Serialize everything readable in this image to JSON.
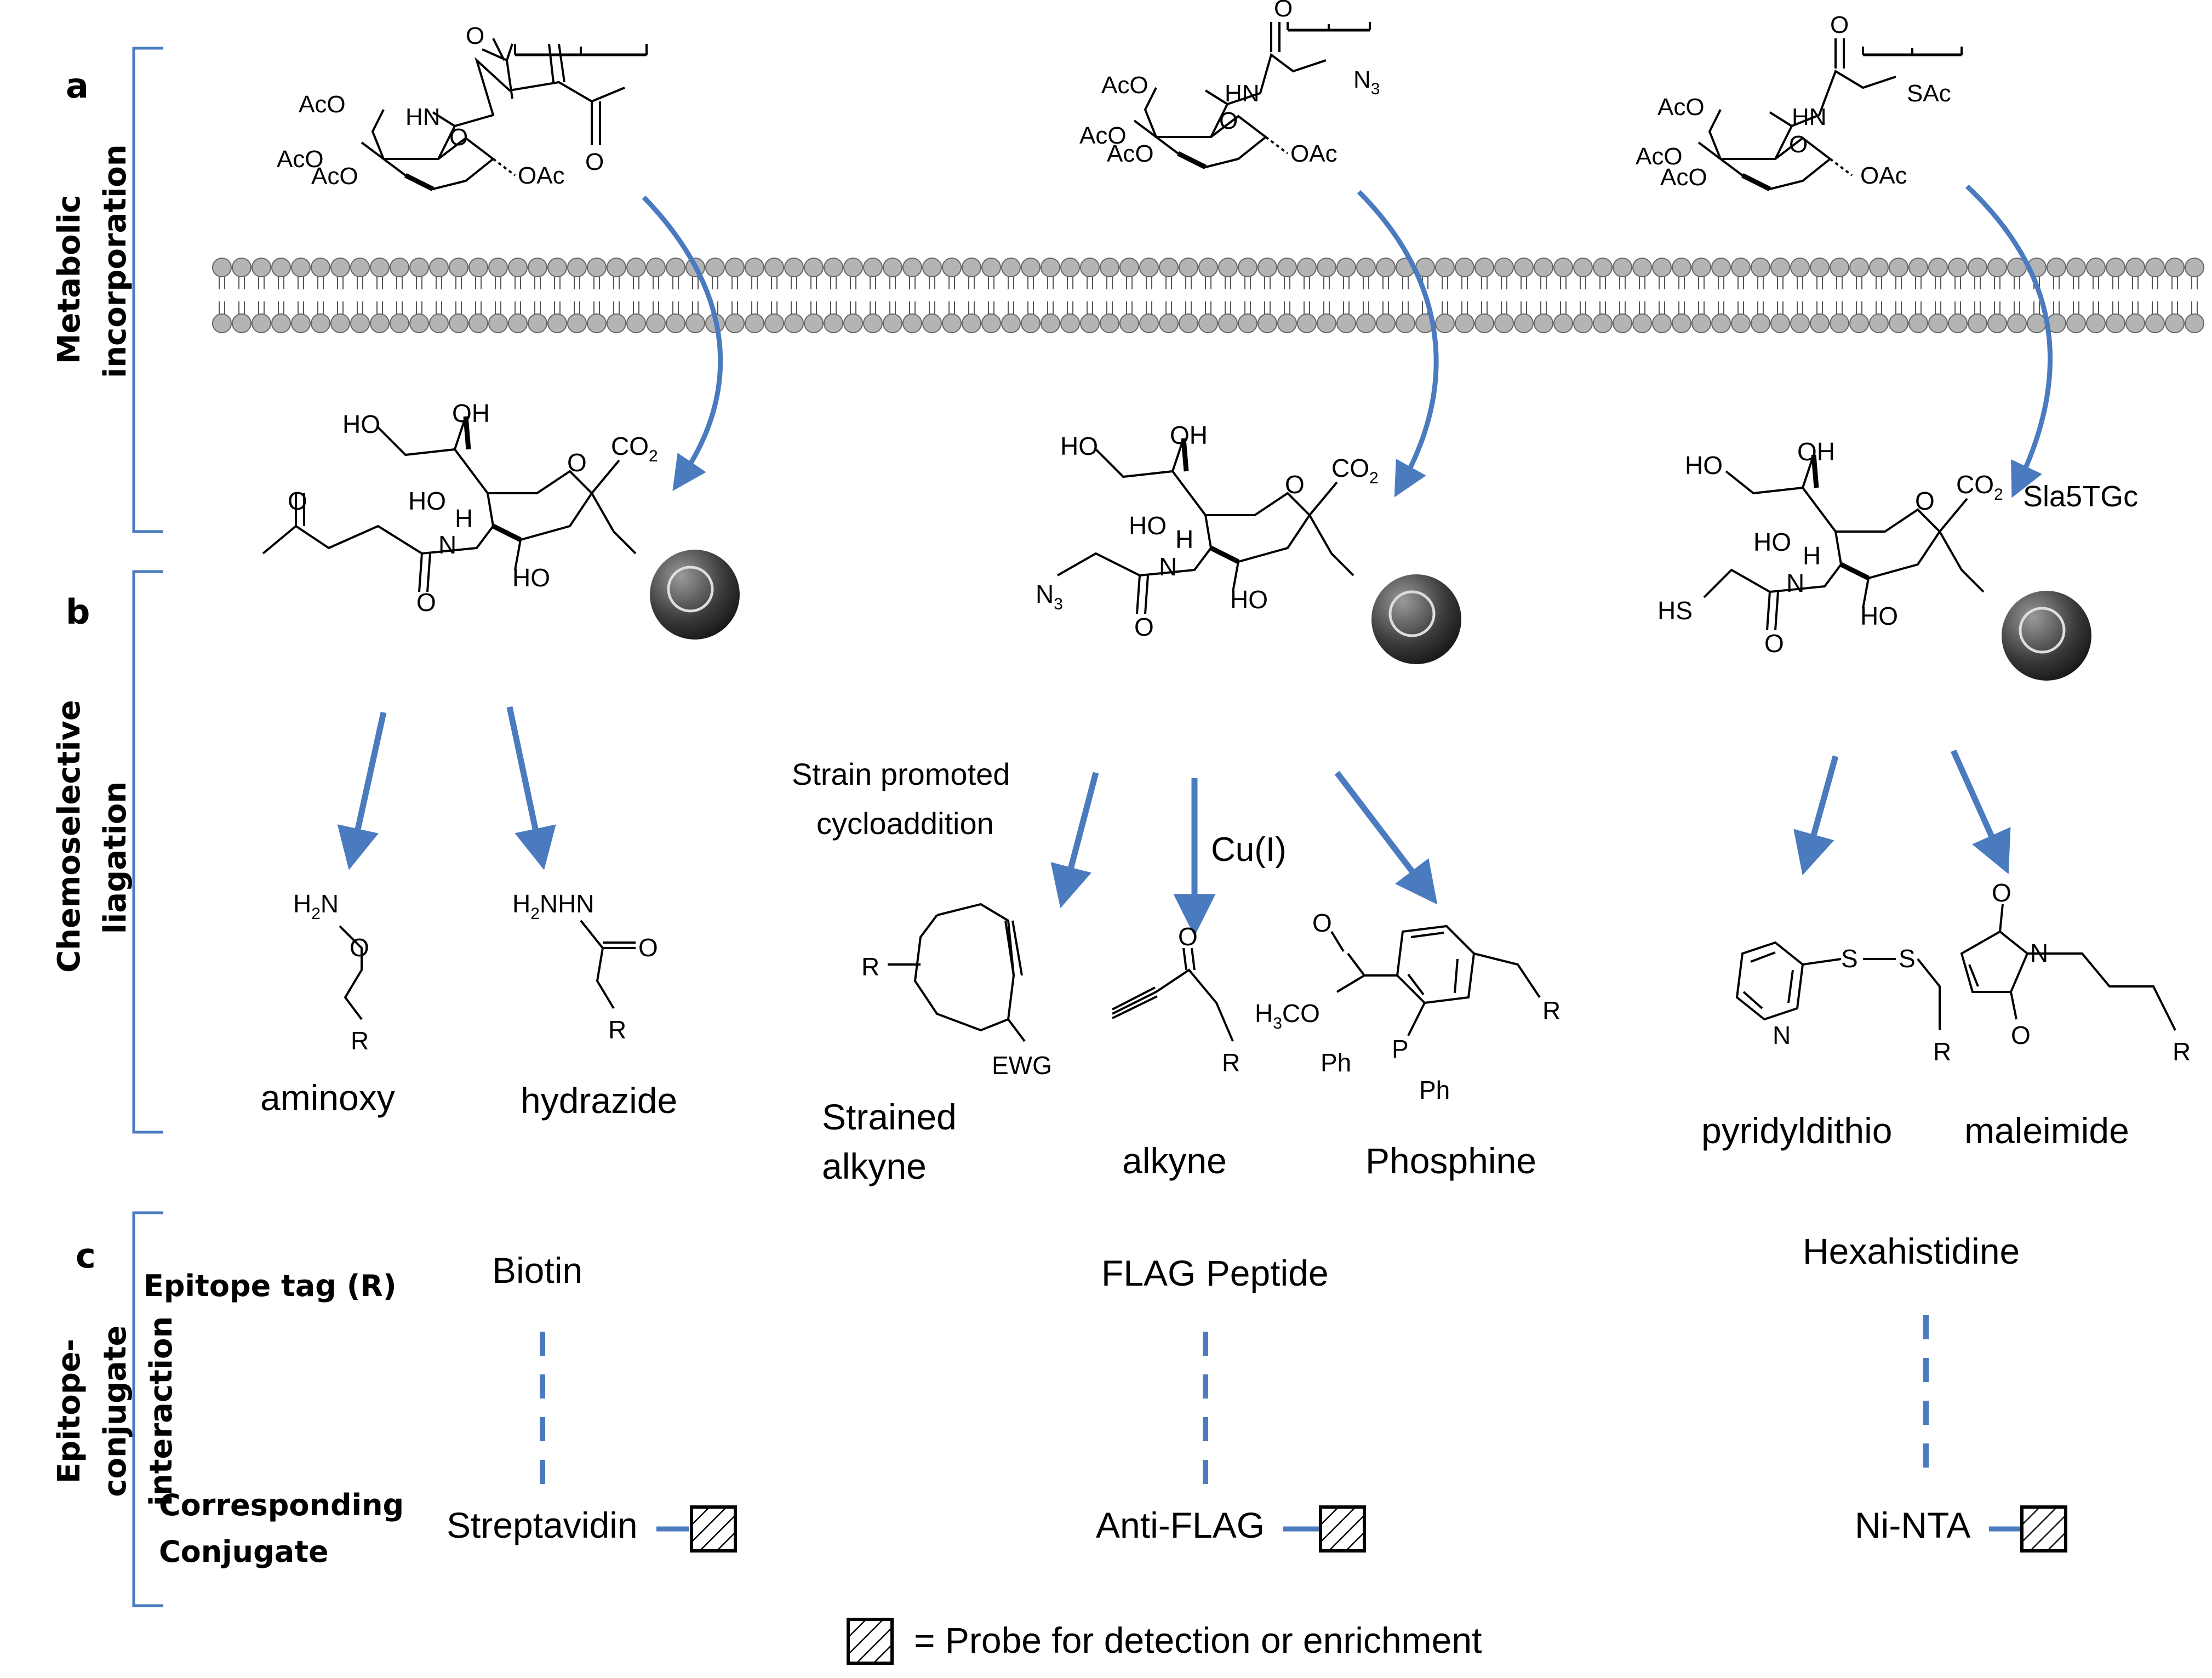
{
  "panels": {
    "a": "a",
    "b": "b",
    "c": "c"
  },
  "side_labels": {
    "metabolic_line1": "Metabolic",
    "metabolic_line2": "incorporation",
    "chemoselective_line1": "Chemoselective",
    "chemoselective_line2": "liagation",
    "epitope_line1": "Epitope-conjugate",
    "epitope_line2": "interaction"
  },
  "precursors": {
    "ketone": {
      "groups": [
        "AcO",
        "AcO",
        "AcO",
        "OAc",
        "HN",
        "O",
        "O",
        "O"
      ]
    },
    "azide": {
      "groups": [
        "AcO",
        "AcO",
        "AcO",
        "OAc",
        "HN",
        "O",
        "O",
        "N3"
      ]
    },
    "thiol": {
      "groups": [
        "AcO",
        "AcO",
        "AcO",
        "OAc",
        "HN",
        "O",
        "O",
        "SAc"
      ]
    }
  },
  "sialic": {
    "ketone": {
      "labels": [
        "HO",
        "OH",
        "CO2",
        "HO",
        "H",
        "N",
        "HO",
        "O",
        "O",
        "O"
      ]
    },
    "azide": {
      "labels": [
        "HO",
        "OH",
        "CO2",
        "HO",
        "H",
        "N",
        "HO",
        "O",
        "O",
        "N3"
      ]
    },
    "thiol": {
      "labels": [
        "HO",
        "OH",
        "CO2",
        "HO",
        "H",
        "N",
        "HO",
        "O",
        "O",
        "HS"
      ],
      "name": "Sla5TGc"
    }
  },
  "reaction_labels": {
    "strain_line1": "Strain promoted",
    "strain_line2": "cycloaddition",
    "copper": "Cu(I)"
  },
  "reagents": {
    "aminoxy": {
      "name": "aminoxy",
      "atoms": [
        "H2N",
        "O",
        "R"
      ]
    },
    "hydrazide": {
      "name": "hydrazide",
      "atoms": [
        "H2NHN",
        "O",
        "R"
      ]
    },
    "strained_alkyne": {
      "name_line1": "Strained",
      "name_line2": "alkyne",
      "atoms": [
        "R",
        "EWG"
      ]
    },
    "alkyne": {
      "name": "alkyne",
      "atoms": [
        "O",
        "R"
      ]
    },
    "phosphine": {
      "name": "Phosphine",
      "atoms": [
        "O",
        "H3CO",
        "P",
        "Ph",
        "Ph",
        "R"
      ]
    },
    "pyridyldithio": {
      "name": "pyridyldithio",
      "atoms": [
        "S",
        "S",
        "N",
        "R"
      ]
    },
    "maleimide": {
      "name": "maleimide",
      "atoms": [
        "O",
        "N",
        "O",
        "R"
      ]
    }
  },
  "epitope": {
    "row_tag_label": "Epitope tag (R)",
    "row_conjugate_line1": "Corresponding",
    "row_conjugate_line2": "Conjugate",
    "tags": [
      "Biotin",
      "FLAG Peptide",
      "Hexahistidine"
    ],
    "conjugates": [
      "Streptavidin",
      "Anti-FLAG",
      "Ni-NTA"
    ]
  },
  "legend": {
    "text": "= Probe for detection or enrichment"
  },
  "colors": {
    "arrow": "#4a7bbf",
    "bracket": "#4a7bbf",
    "lipid": "#b4b4b4",
    "dash": "#4a7bbf"
  }
}
